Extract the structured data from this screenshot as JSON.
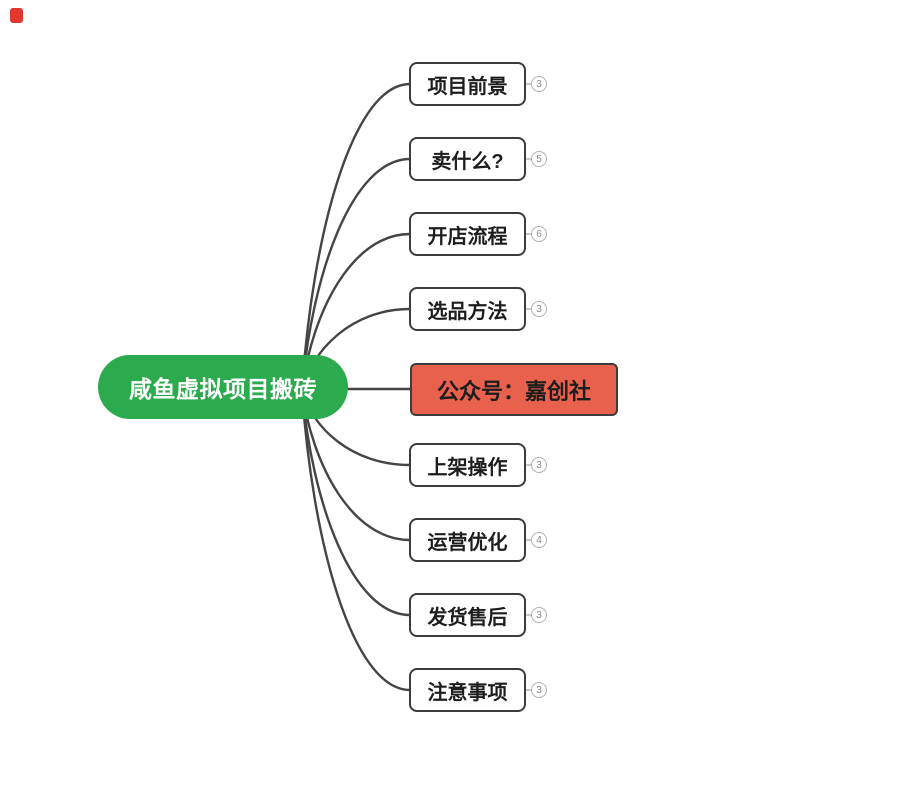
{
  "central": {
    "label": "咸鱼虚拟项目搬砖"
  },
  "topics": [
    {
      "label": "项目前景",
      "badge": "3"
    },
    {
      "label": "卖什么?",
      "badge": "5"
    },
    {
      "label": "开店流程",
      "badge": "6"
    },
    {
      "label": "选品方法",
      "badge": "3"
    },
    {
      "label": "公众号：嘉创社",
      "highlight": true
    },
    {
      "label": "上架操作",
      "badge": "3"
    },
    {
      "label": "运营优化",
      "badge": "4"
    },
    {
      "label": "发货售后",
      "badge": "3"
    },
    {
      "label": "注意事项",
      "badge": "3"
    }
  ],
  "colors": {
    "background": "#ffffff",
    "central_bg": "#2bab4e",
    "central_text": "#ffffff",
    "highlight_bg": "#e8614d",
    "node_border": "#3c3c3c",
    "node_text": "#1d1d1d",
    "connector": "#454545",
    "badge_border": "#b0b0b0",
    "badge_text": "#8a8a8a",
    "corner_mark": "#e0372e"
  }
}
